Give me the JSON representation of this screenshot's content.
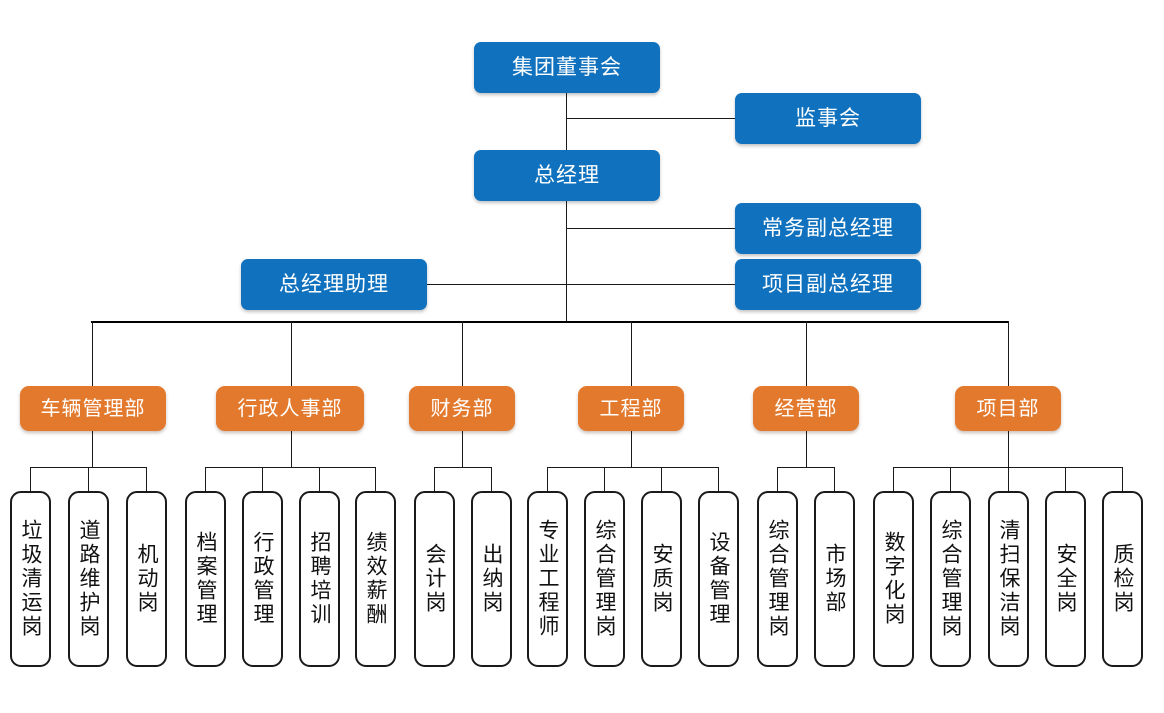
{
  "colors": {
    "blue": "#1072be",
    "orange": "#e3792c",
    "line": "#1a1a1a",
    "leaf_text": "#111111",
    "box_text": "#ffffff",
    "background": "#ffffff"
  },
  "chart_title": "",
  "executive": {
    "board": {
      "label": "集团董事会"
    },
    "supervisory": {
      "label": "监事会"
    },
    "general_manager": {
      "label": "总经理"
    },
    "executive_vp": {
      "label": "常务副总经理"
    },
    "project_vp": {
      "label": "项目副总经理"
    },
    "gm_assistant": {
      "label": "总经理助理"
    }
  },
  "departments": [
    {
      "label": "车辆管理部",
      "positions": [
        "垃圾清运岗",
        "道路维护岗",
        "机动岗"
      ]
    },
    {
      "label": "行政人事部",
      "positions": [
        "档案管理",
        "行政管理",
        "招聘培训",
        "绩效薪酬"
      ]
    },
    {
      "label": "财务部",
      "positions": [
        "会计岗",
        "出纳岗"
      ]
    },
    {
      "label": "工程部",
      "positions": [
        "专业工程师",
        "综合管理岗",
        "安质岗",
        "设备管理"
      ]
    },
    {
      "label": "经营部",
      "positions": [
        "综合管理岗",
        "市场部"
      ]
    },
    {
      "label": "项目部",
      "positions": [
        "数字化岗",
        "综合管理岗",
        "清扫保洁岗",
        "安全岗",
        "质检岗"
      ]
    }
  ]
}
